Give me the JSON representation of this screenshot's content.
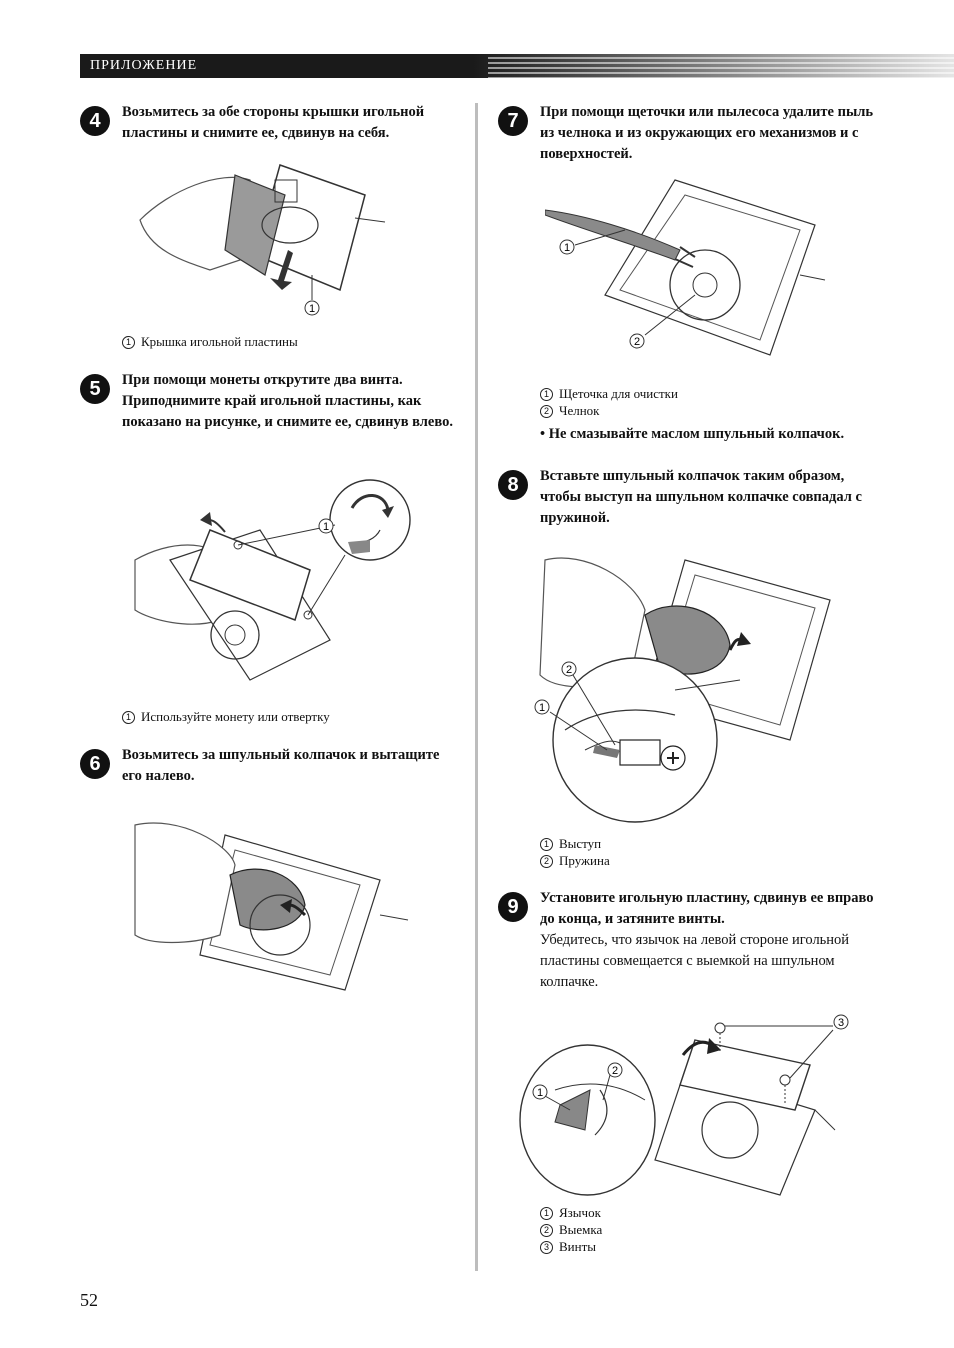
{
  "header": {
    "title": "ПРИЛОЖЕНИЕ"
  },
  "steps": {
    "s4": {
      "number": "4",
      "text": "Возьмитесь за обе стороны крышки игольной пластины и снимите ее, сдвинув на себя.",
      "legend": [
        "Крышка игольной пластины"
      ]
    },
    "s5": {
      "number": "5",
      "text": "При помощи монеты открутите два винта. Приподнимите край игольной пластины, как показано на рисунке, и снимите ее, сдвинув влево.",
      "legend": [
        "Используйте монету или отвертку"
      ]
    },
    "s6": {
      "number": "6",
      "text": "Возьмитесь за шпульный колпачок и вытащите его налево."
    },
    "s7": {
      "number": "7",
      "text": "При помощи щеточки или пылесоса удалите пыль из челнока и из окружающих его механизмов и с поверхностей.",
      "legend": [
        "Щеточка для очистки",
        "Челнок"
      ],
      "bullet": "Не смазывайте маслом шпульный колпачок."
    },
    "s8": {
      "number": "8",
      "text": "Вставьте шпульный колпачок таким образом, чтобы выступ на шпульном колпачке совпадал с пружиной.",
      "legend": [
        "Выступ",
        "Пружина"
      ]
    },
    "s9": {
      "number": "9",
      "text": "Установите игольную пластину, сдвинув ее вправо до конца, и затяните винты.",
      "note": "Убедитесь, что язычок на левой стороне игольной пластины совмещается с выемкой на шпульном колпачке.",
      "legend": [
        "Язычок",
        "Выемка",
        "Винты"
      ]
    }
  },
  "callouts": {
    "one": "1",
    "two": "2",
    "three": "3"
  },
  "page_number": "52"
}
